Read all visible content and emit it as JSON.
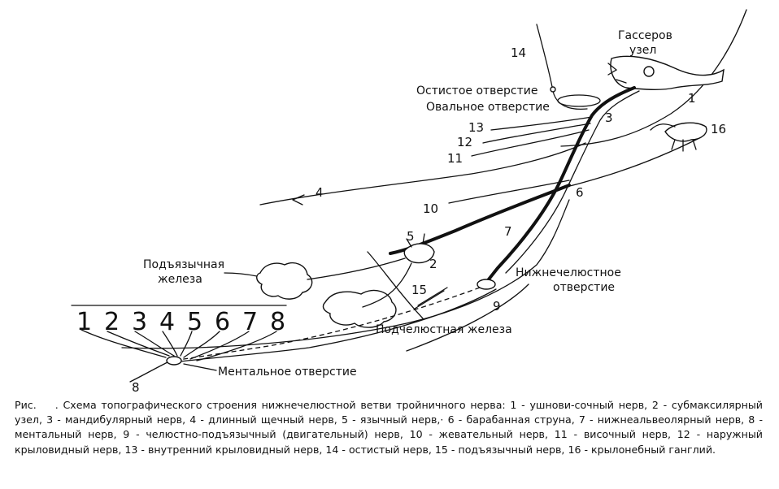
{
  "labels": {
    "gasser_1": "Гассеров",
    "gasser_2": "узел",
    "spinous": "Остистое отверстие",
    "oval": "Овальное отверстие",
    "sublingual_1": "Подъязычная",
    "sublingual_2": "железа",
    "mandibular_foramen_1": "Нижнечелюстное",
    "mandibular_foramen_2": "отверстие",
    "submandibular": "Подчелюстная железа",
    "mental": "Ментальное отверстие"
  },
  "numbers": {
    "n1": "1",
    "n2": "2",
    "n3": "3",
    "n4": "4",
    "n5": "5",
    "n6": "6",
    "n7": "7",
    "n8": "8",
    "n9": "9",
    "n10": "10",
    "n11": "11",
    "n12": "12",
    "n13": "13",
    "n14": "14",
    "n15": "15",
    "n16": "16"
  },
  "teeth": [
    "1",
    "2",
    "3",
    "4",
    "5",
    "6",
    "7",
    "8"
  ],
  "caption": {
    "lead": "Рис.",
    "text": ". Схема топографического строения нижнечелюстной ветви тройничного нерва: 1 - ушнови-сочный нерв, 2 - субмаксилярный узел, 3 - мандибулярный нерв, 4 - длинный щечный нерв, 5 - язычный нерв,· 6 - барабанная струна, 7 - нижнеальвеолярный нерв, 8 - ментальный нерв, 9 - челюстно-подъязычный (двигательный) нерв, 10 - жевательный нерв, 11 - височный нерв, 12 - наружный крыловидный нерв, 13 - внутренний крыловидный нерв, 14 - остистый нерв, 15 - подъязычный нерв, 16 - крылонебный ганглий."
  }
}
